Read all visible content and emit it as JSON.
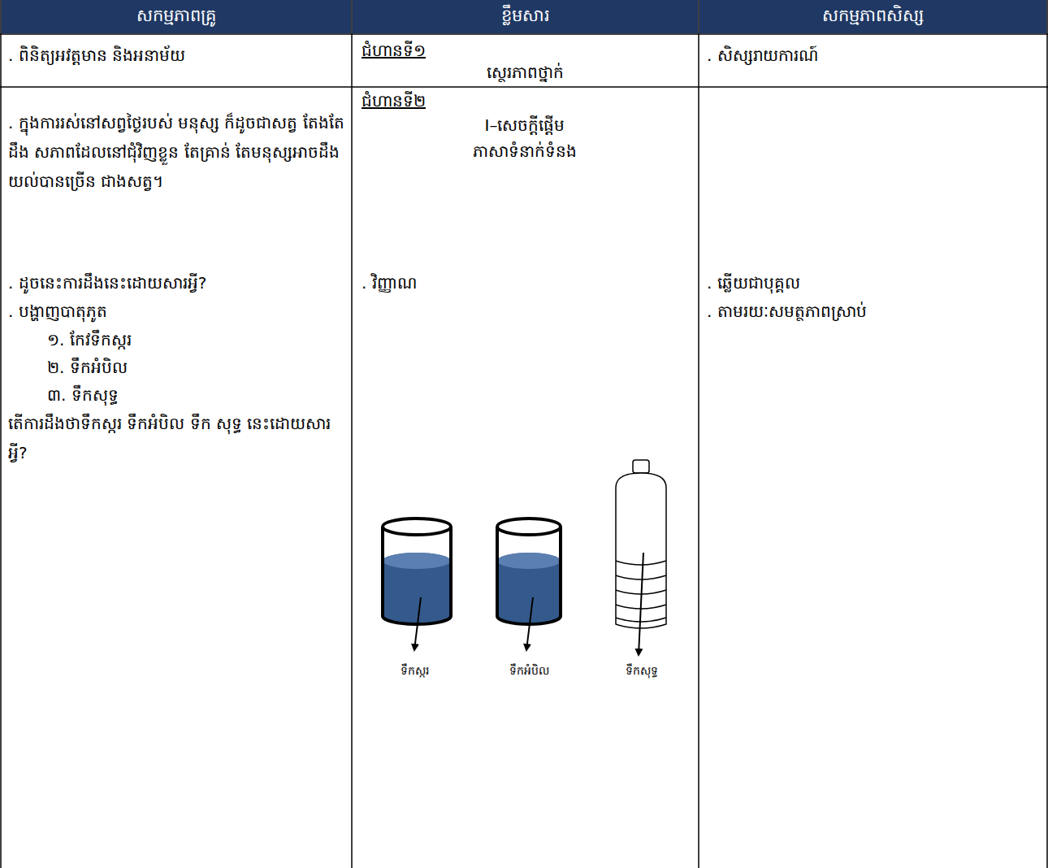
{
  "diagram": {
    "nodes": [
      {
        "text": [
          "សកម្មភាពគ្រូ"
        ]
      },
      {
        "text": [
          "ខ្លឹមសារ"
        ]
      },
      {
        "text": [
          "សកម្មភាពសិស្ស"
        ]
      }
    ],
    "labels": [
      ". ពិនិត្យអវត្តមាន និងអនាម័យ",
      "ជំហានទី១",
      "ស្ថេរភាពថ្នាក់",
      ". សិស្សរាយការណ៍",
      "ជំហានទី២",
      "I–សេចក្ដីផ្ដើម",
      "ភាសាទំនាក់ទំនង",
      ". ក្នុងការរស់នៅសព្វថ្ងៃរបស់ មនុស្ស ក៏ដូចជាសត្វ តែងតែដឹង សភាពដែលនៅជុំវិញខ្លួន តែគ្រាន់ តែមនុស្សអាចដឹងយល់បានច្រើន ជាងសត្វ។",
      ". ដូចនេះការដឹងនេះដោយសារអ្វី?",
      ". បង្ហាញបាតុភូត",
      "១. កែវទឹកស្ករ",
      "២. ទឹកអំបិល",
      "៣. ទឹកសុទ្ធ",
      "តើការដឹងថាទឹកស្ករ ទឹកអំបិល ទឹក សុទ្ធ នេះដោយសារអ្វី?",
      ". វិញ្ញាណ",
      ". ឆ្លើយជាបុគ្គល",
      ". តាមរយៈសមត្ថភាពស្រាប់",
      "ទឹកស្ករ",
      "ទឹកអំបិល",
      "ទឹកសុទ្ធ"
    ]
  }
}
